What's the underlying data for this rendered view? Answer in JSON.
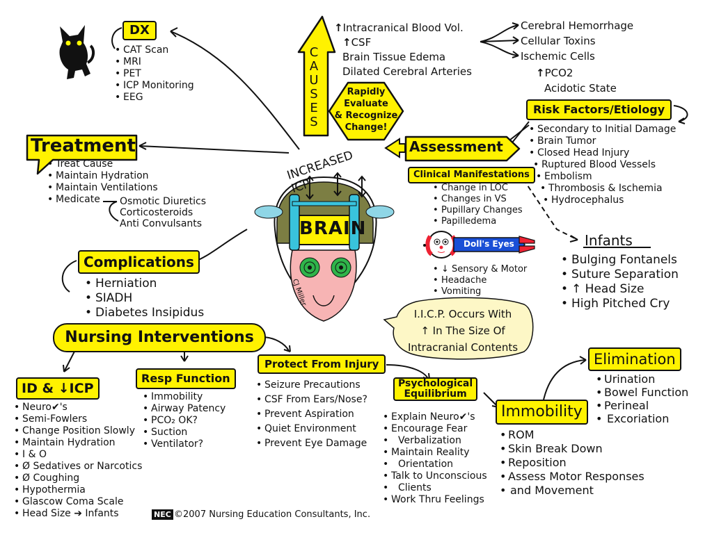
{
  "dx": {
    "title": "DX",
    "items": [
      "CAT Scan",
      "MRI",
      "PET",
      "ICP Monitoring",
      "EEG"
    ]
  },
  "treatment": {
    "title": "Treatment",
    "items": [
      "Treat Cause",
      "Maintain Hydration",
      "Maintain Ventilations",
      "Medicate"
    ],
    "medications": [
      "Osmotic Diuretics",
      "Corticosteroids",
      "Anti Convulsants"
    ]
  },
  "causes": {
    "title": "CAUSES",
    "items": [
      "Intracranical Blood Vol.",
      "CSF",
      "Brain Tissue Edema",
      "Dilated Cerebral Arteries"
    ],
    "sub_items": [
      "Cerebral Hemorrhage",
      "Cellular Toxins",
      "Ischemic Cells"
    ],
    "extra": [
      "PCO2",
      "Acidotic State"
    ]
  },
  "evaluate": {
    "text": [
      "Rapidly",
      "Evaluate",
      "& Recognize",
      "Change!"
    ]
  },
  "risk_factors": {
    "title": "Risk Factors/Etiology",
    "items": [
      "Secondary to Initial Damage",
      "Brain Tumor",
      "Closed Head Injury",
      "Ruptured Blood Vessels",
      "Embolism",
      "Thrombosis & Ischemia",
      "Hydrocephalus"
    ]
  },
  "assessment": {
    "title": "Assessment"
  },
  "clinical": {
    "title": "Clinical Manifestations",
    "items": [
      "Change in LOC",
      "Changes in VS",
      "Pupillary Changes",
      "Papilledema"
    ],
    "dolls_eyes": "Doll's Eyes",
    "more_items": [
      "Sensory & Motor",
      "Headache",
      "Vomiting"
    ]
  },
  "center": {
    "title": "INCREASED ICP",
    "brain": "BRAIN",
    "signature": "CJ Miller"
  },
  "infants": {
    "title": "Infants",
    "items": [
      "Bulging Fontanels",
      "Suture Separation",
      "Head Size",
      "High Pitched Cry"
    ]
  },
  "complications": {
    "title": "Complications",
    "items": [
      "Herniation",
      "SIADH",
      "Diabetes Insipidus"
    ]
  },
  "iicp_note": {
    "lines": [
      "I.I.C.P. Occurs With",
      "In The Size Of",
      "Intracranial Contents"
    ]
  },
  "nursing": {
    "title": "Nursing Interventions"
  },
  "id_icp": {
    "title": "ID & ↓ICP",
    "items": [
      "Neuro✔'s",
      "Semi-Fowlers",
      "Change Position Slowly",
      "Maintain Hydration",
      "I & O",
      "Ø Sedatives or Narcotics",
      "Ø Coughing",
      "Hypothermia",
      "Glascow Coma Scale",
      "Head Size ➔ Infants"
    ]
  },
  "resp": {
    "title": "Resp Function",
    "items": [
      "Immobility",
      "Airway Patency",
      "PCO₂ OK?",
      "Suction",
      "Ventilator?"
    ]
  },
  "protect": {
    "title": "Protect From Injury",
    "items": [
      "Seizure Precautions",
      "CSF From Ears/Nose?",
      "Prevent Aspiration",
      "Quiet Environment",
      "Prevent Eye Damage"
    ]
  },
  "psych": {
    "title": [
      "Psychological",
      "Equilibrium"
    ],
    "items": [
      "Explain Neuro✔'s",
      "Encourage Fear",
      "Verbalization",
      "Maintain Reality",
      "Orientation",
      "Talk to Unconscious",
      "Clients",
      "Work Thru Feelings"
    ]
  },
  "immobility": {
    "title": "Immobility",
    "items": [
      "ROM",
      "Skin Break Down",
      "Reposition",
      "Assess Motor Responses",
      "and Movement"
    ]
  },
  "elimination": {
    "title": "Elimination",
    "items": [
      "Urination",
      "Bowel Function",
      "Perineal",
      "Excoriation"
    ]
  },
  "footer": {
    "logo": "NEC",
    "copyright": "©2007 Nursing Education Consultants, Inc."
  }
}
